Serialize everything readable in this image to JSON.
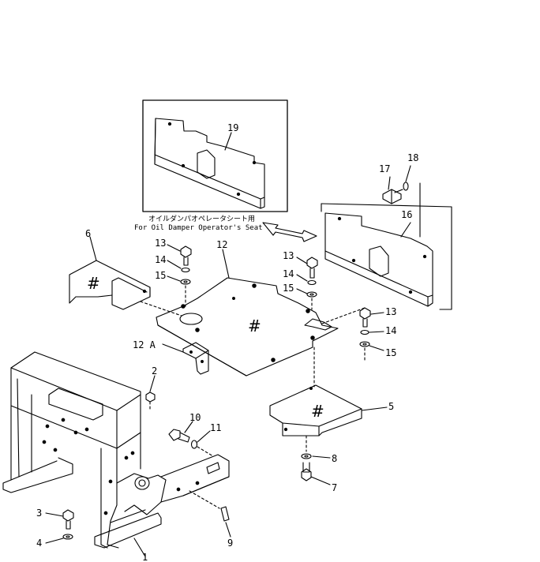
{
  "callouts": {
    "c1": "1",
    "c2": "2",
    "c3": "3",
    "c4": "4",
    "c5": "5",
    "c6": "6",
    "c7": "7",
    "c8": "8",
    "c9": "9",
    "c10": "10",
    "c11": "11",
    "c12": "12",
    "c12a": "12 A",
    "c13a": "13",
    "c13b": "13",
    "c13c": "13",
    "c14a": "14",
    "c14b": "14",
    "c14c": "14",
    "c15a": "15",
    "c15b": "15",
    "c15c": "15",
    "c16": "16",
    "c17": "17",
    "c18": "18",
    "c19": "19"
  },
  "inset": {
    "caption_jp": "オイルダンパオペレータシート用",
    "caption_en": "For Oil Damper Operator's Seat"
  },
  "marks": {
    "hash": "#"
  }
}
